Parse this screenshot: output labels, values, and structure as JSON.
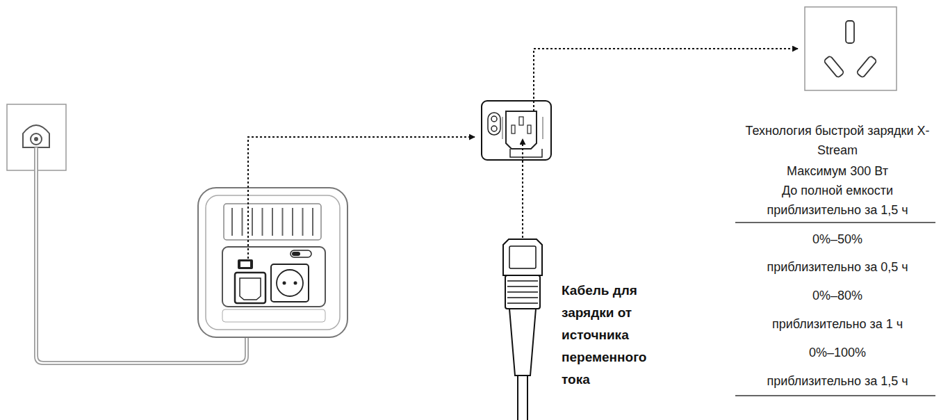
{
  "diagram": {
    "labels": [
      "Технология быстрой зарядки X-Stream",
      "Максимум 300 Вт",
      "До полной емкости",
      "приблизительно за 1,5 ч",
      "0%–50%",
      "приблизительно за 0,5 ч",
      "0%–80%",
      "приблизительно за 1 ч",
      "0%–100%",
      "приблизительно за 1,5 ч",
      "Кабель для зарядки от источника переменного тока"
    ]
  }
}
